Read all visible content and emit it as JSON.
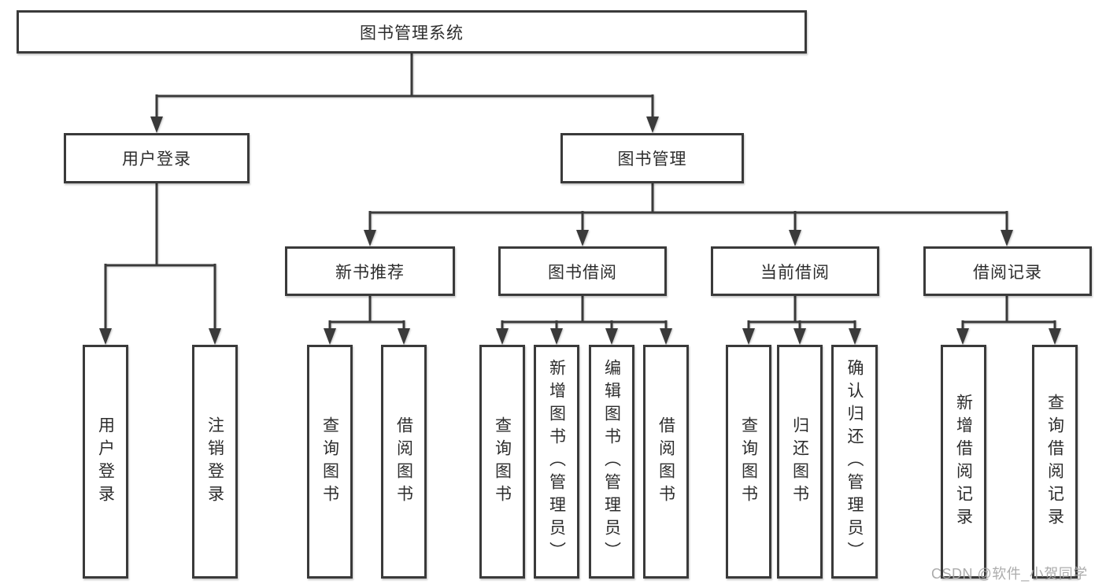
{
  "diagram": {
    "root": {
      "label": "图书管理系统"
    },
    "branches": [
      {
        "label": "用户登录",
        "leaves": [
          "用户登录",
          "注销登录"
        ]
      },
      {
        "label": "图书管理",
        "groups": [
          {
            "label": "新书推荐",
            "leaves": [
              "查询图书",
              "借阅图书"
            ]
          },
          {
            "label": "图书借阅",
            "leaves": [
              "查询图书",
              "新增图书（管理员）",
              "编辑图书（管理员）",
              "借阅图书"
            ]
          },
          {
            "label": "当前借阅",
            "leaves": [
              "查询图书",
              "归还图书",
              "确认归还（管理员）"
            ]
          },
          {
            "label": "借阅记录",
            "leaves": [
              "新增借阅记录",
              "查询借阅记录"
            ]
          }
        ]
      }
    ],
    "watermark": "CSDN @软件_小贺同学",
    "colors": {
      "line": "#3a3a3a",
      "box_border": "#3a3a3a",
      "box_fill": "#ffffff",
      "text": "#2d2d2d",
      "watermark": "#a8a8a8",
      "background": "#ffffff"
    }
  }
}
